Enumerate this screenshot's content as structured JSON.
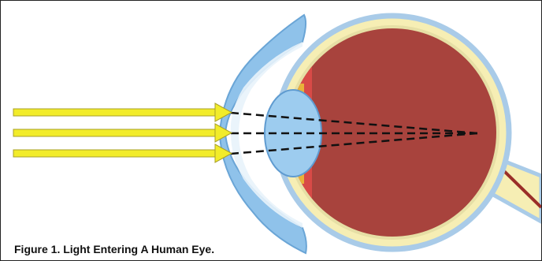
{
  "figure": {
    "caption": "Figure 1. Light Entering A Human Eye."
  },
  "colors": {
    "border": "#222222",
    "sclera": "#f6eeb4",
    "sclera_outline": "#a9cbe8",
    "eyeball_interior": "#a8433d",
    "cornea": "#8fc2ea",
    "lens": "#9dccef",
    "iris": "#d84a47",
    "light_ray": "#f2ec2a",
    "light_ray_outline": "#a8a02a",
    "focus_line": "#111111",
    "optic_nerve": "#9a2e28"
  },
  "icons": [
    "eye-diagram",
    "light-ray-arrow"
  ]
}
